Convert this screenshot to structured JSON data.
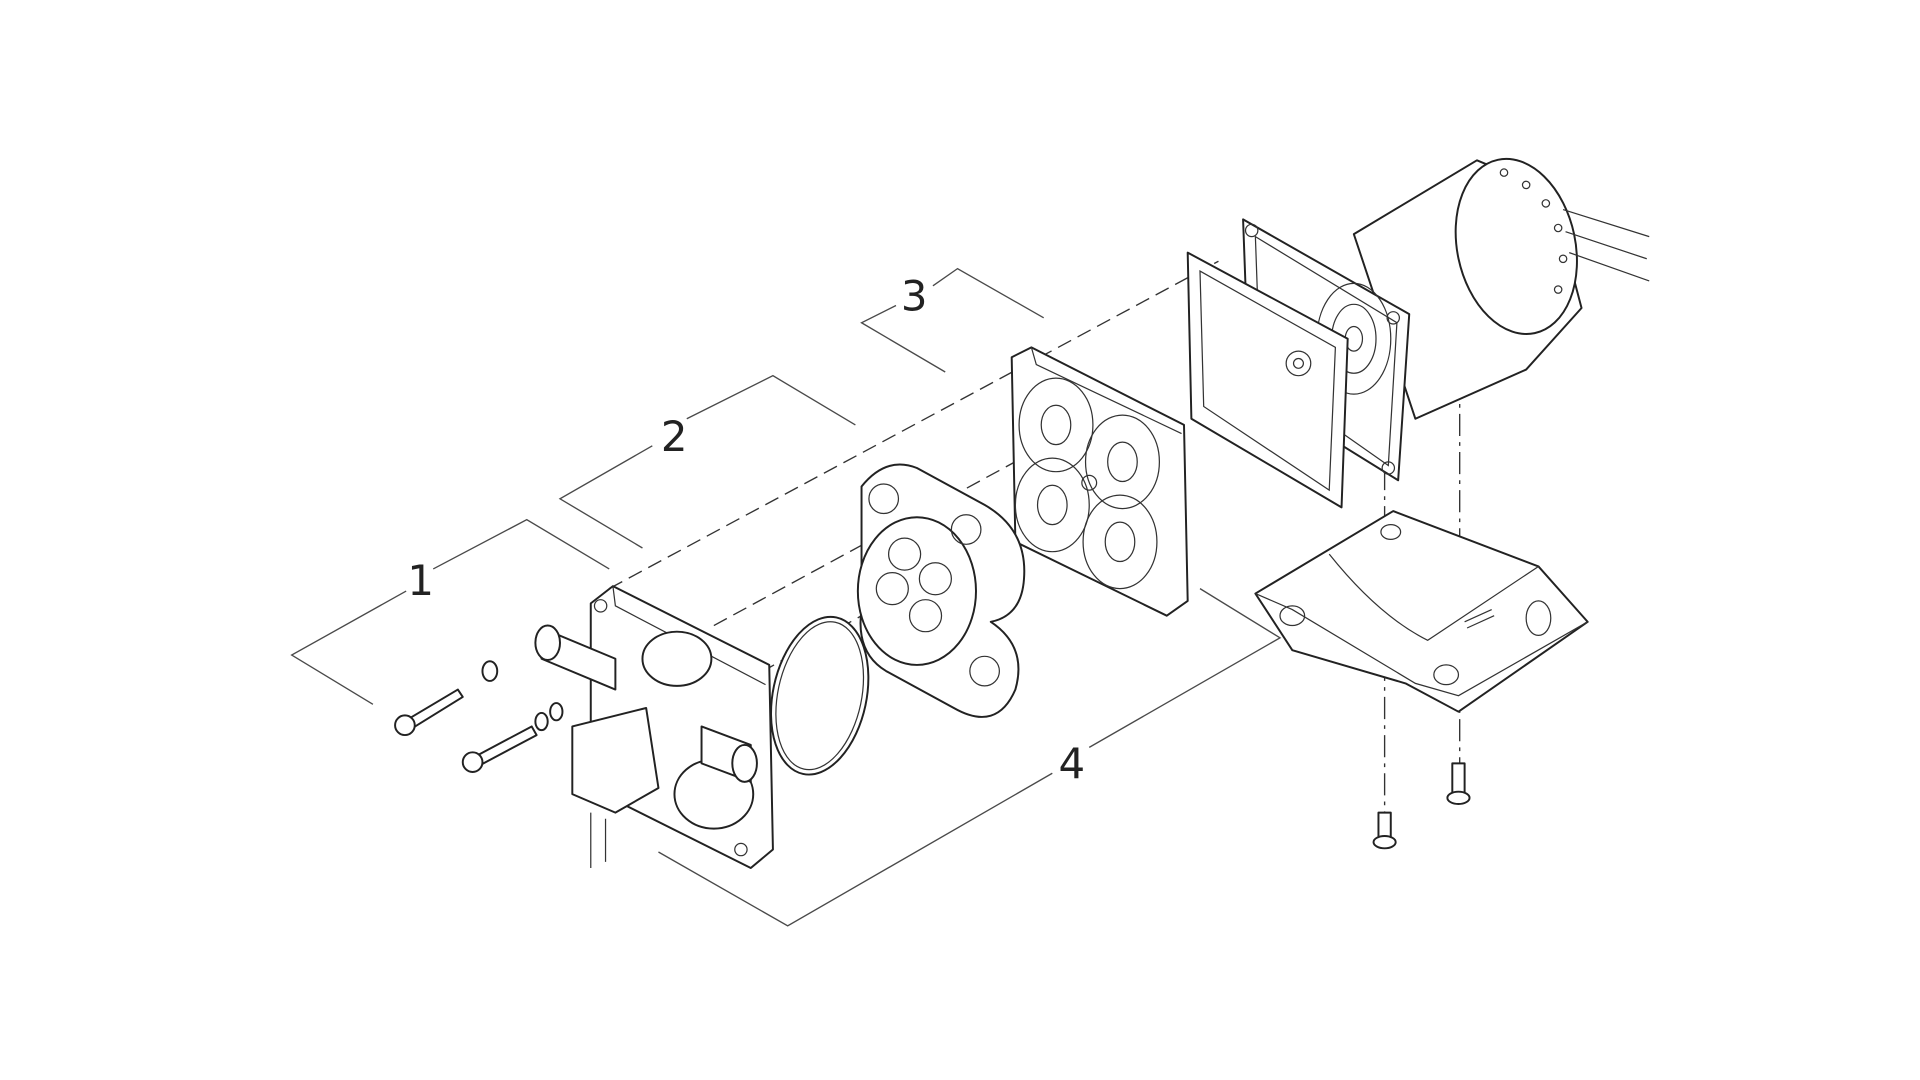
{
  "diagram": {
    "type": "exploded-assembly",
    "callouts": [
      {
        "label": "1"
      },
      {
        "label": "2"
      },
      {
        "label": "3"
      },
      {
        "label": "4"
      }
    ],
    "colors": {
      "line": "#222222",
      "background": "#ffffff"
    }
  }
}
